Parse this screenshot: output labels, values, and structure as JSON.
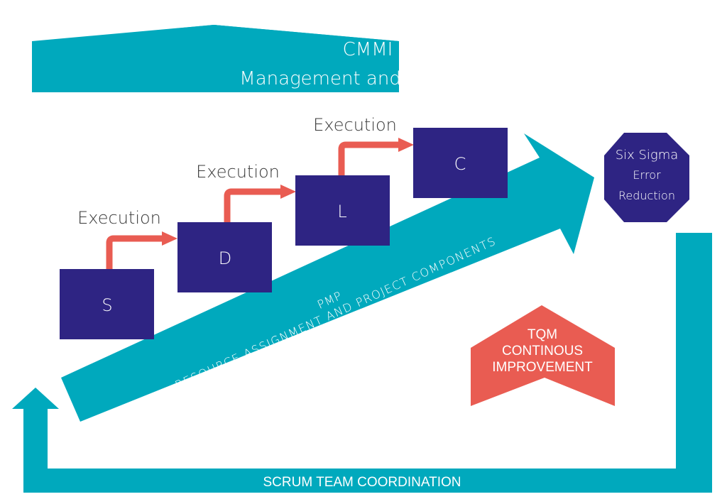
{
  "colors": {
    "teal": "#00a9bd",
    "navy": "#2e2483",
    "coral": "#e95c52",
    "label_gray": "#3a3a3a",
    "white": "#ffffff"
  },
  "header": {
    "title": "CMMI",
    "subtitle": "Management and Oversight"
  },
  "steps": [
    {
      "letter": "S",
      "execution_label": "Execution"
    },
    {
      "letter": "D",
      "execution_label": "Execution"
    },
    {
      "letter": "L",
      "execution_label": "Execution"
    },
    {
      "letter": "C"
    }
  ],
  "pmp_arrow": {
    "title": "PMP",
    "subtitle": "RESOURCE ASSIGNMENT AND PROJECT COMPONENTS"
  },
  "six_sigma": {
    "line1": "Six Sigma",
    "line2": "Error",
    "line3": "Reduction"
  },
  "tqm": {
    "line1": "TQM",
    "line2": "CONTINOUS",
    "line3": "IMPROVEMENT"
  },
  "scrum": {
    "label": "SCRUM TEAM COORDINATION"
  }
}
